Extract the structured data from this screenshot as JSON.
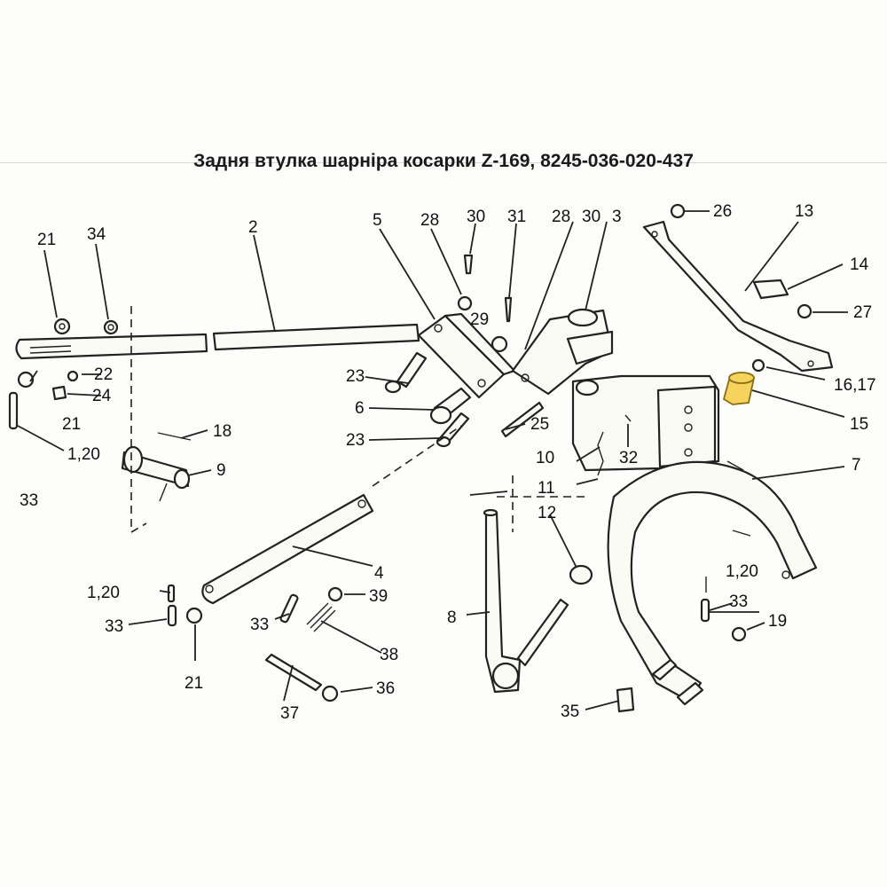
{
  "title": "Задня втулка шарніра косарки Z-169, 8245-036-020-437",
  "highlight_color": "#f6d35c",
  "labels": {
    "l21a": "21",
    "l34": "34",
    "l2": "2",
    "l5": "5",
    "l28a": "28",
    "l30a": "30",
    "l31": "31",
    "l28b": "28",
    "l30b": "30",
    "l3": "3",
    "l26": "26",
    "l13": "13",
    "l14": "14",
    "l27": "27",
    "l29": "29",
    "l22": "22",
    "l24": "24",
    "l21b": "21",
    "l120a": "1,20",
    "l33a": "33",
    "l18": "18",
    "l9": "9",
    "l23a": "23",
    "l6": "6",
    "l23b": "23",
    "l25": "25",
    "l1617": "16,17",
    "l15": "15",
    "l10": "10",
    "l32": "32",
    "l11": "11",
    "l7": "7",
    "l12": "12",
    "l4": "4",
    "l120b": "1,20",
    "l33b": "33",
    "l21c": "21",
    "l33c": "33",
    "l39": "39",
    "l38": "38",
    "l8": "8",
    "l36": "36",
    "l37": "37",
    "l35": "35",
    "l120c": "1,20",
    "l33d": "33",
    "l19": "19"
  }
}
